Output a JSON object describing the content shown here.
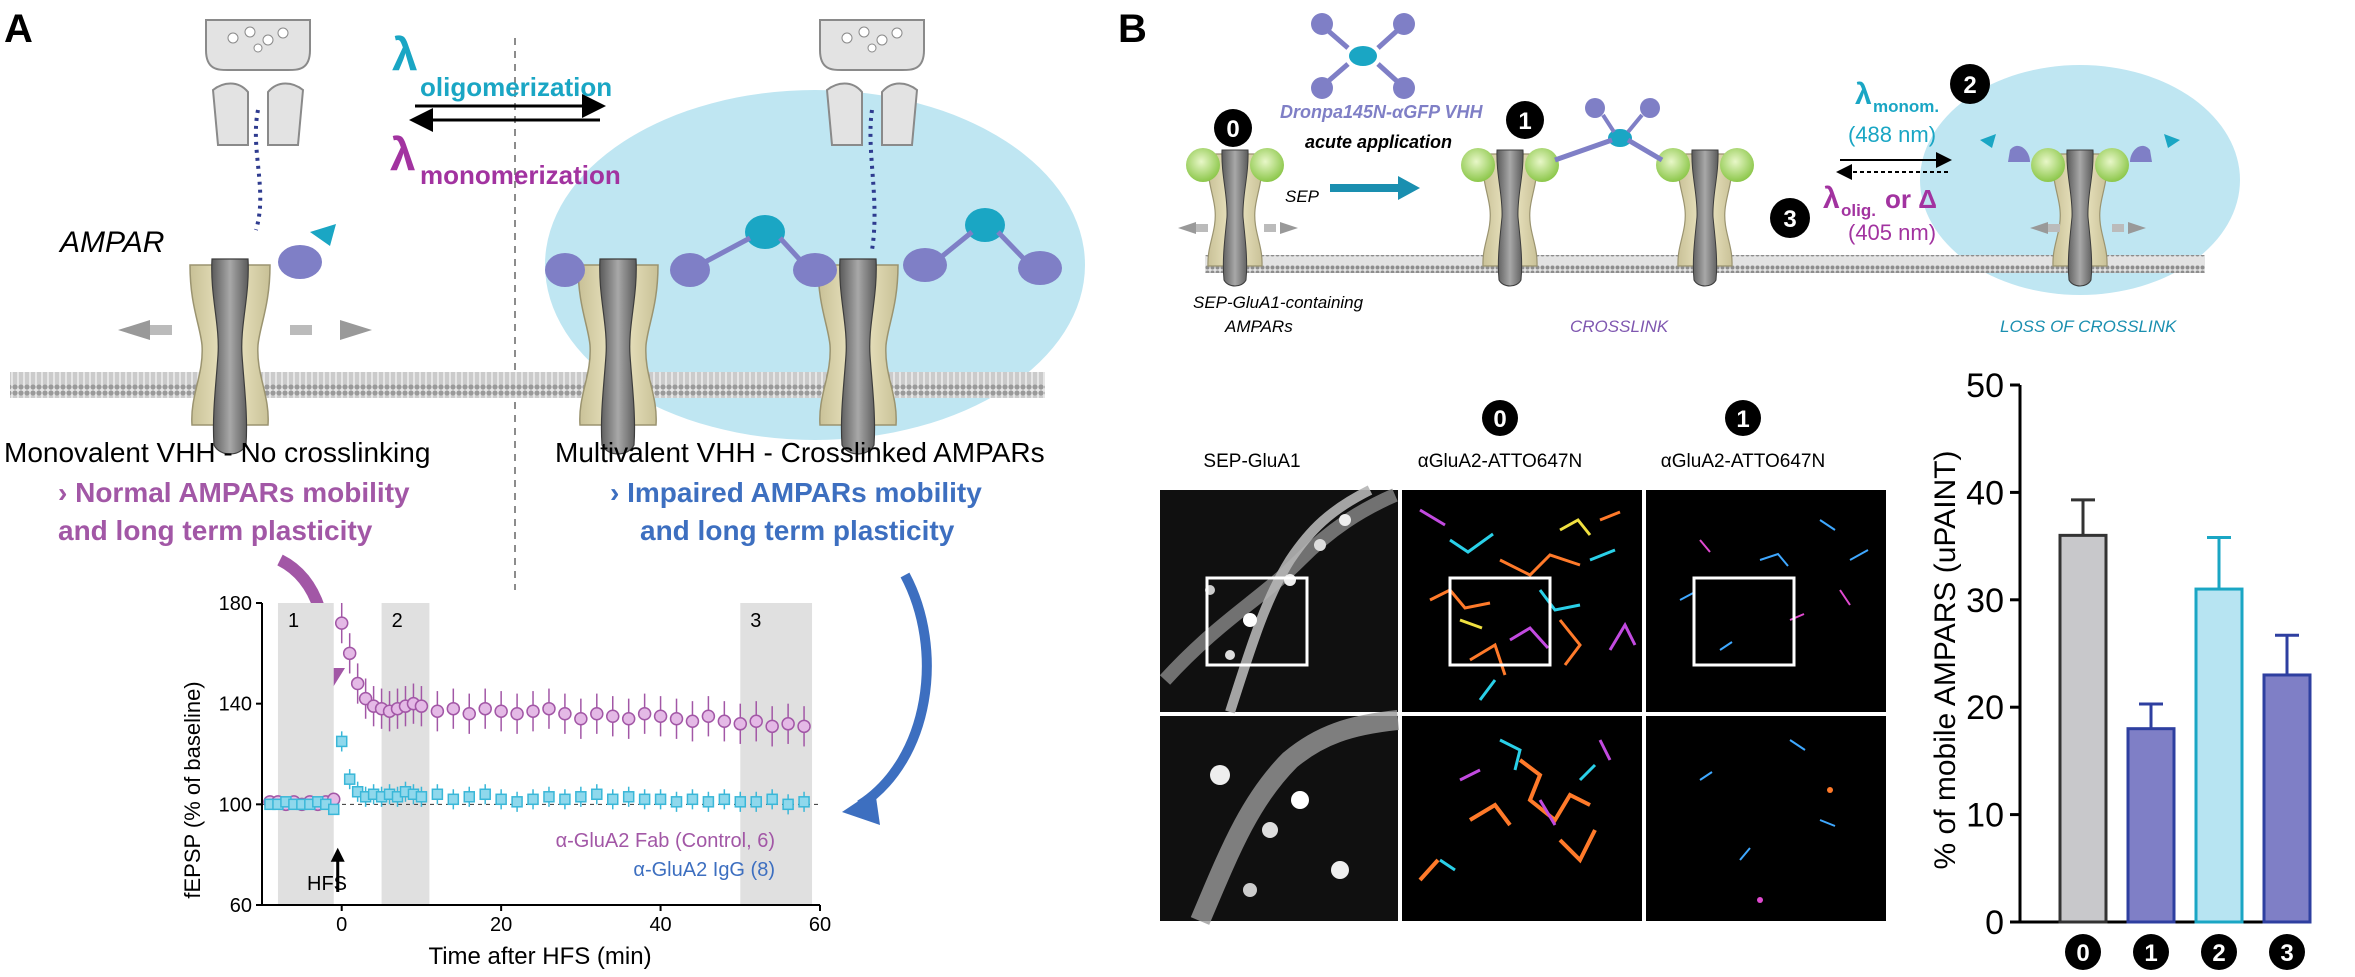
{
  "panelA": {
    "label": "A",
    "lambda_symbol": "λ",
    "oligomerization": "oligomerization",
    "monomerization": "monomerization",
    "ampar": "AMPAR",
    "left_caption": "Monovalent VHH - No crosslinking",
    "left_bullet1": "› Normal AMPARs mobility",
    "left_bullet2": "and long term plasticity",
    "right_caption": "Multivalent VHH - Crosslinked AMPARs",
    "right_bullet1": "› Impaired AMPARs mobility",
    "right_bullet2": "and long term plasticity"
  },
  "ltp_chart": {
    "type": "scatter",
    "ylabel": "fEPSP (% of baseline)",
    "xlabel": "Time after HFS (min)",
    "xlim": [
      -10,
      60
    ],
    "ylim": [
      60,
      180
    ],
    "xticks": [
      0,
      20,
      40,
      60
    ],
    "yticks": [
      60,
      100,
      140,
      180
    ],
    "shaded": [
      {
        "label": "1",
        "from": -8,
        "to": -1
      },
      {
        "label": "2",
        "from": 5,
        "to": 11
      },
      {
        "label": "3",
        "from": 50,
        "to": 59
      }
    ],
    "hfs_label": "HFS",
    "series": [
      {
        "name": "α-GluA2 Fab (Control, 6)",
        "color": "#a257a6",
        "x": [
          -9,
          -8,
          -7,
          -6,
          -5,
          -4,
          -3,
          -2,
          -1,
          0,
          1,
          2,
          3,
          4,
          5,
          6,
          7,
          8,
          9,
          10,
          12,
          14,
          16,
          18,
          20,
          22,
          24,
          26,
          28,
          30,
          32,
          34,
          36,
          38,
          40,
          42,
          44,
          46,
          48,
          50,
          52,
          54,
          56,
          58
        ],
        "y": [
          101,
          101,
          100,
          101,
          100,
          101,
          100,
          101,
          102,
          172,
          160,
          148,
          142,
          139,
          138,
          137,
          138,
          139,
          140,
          139,
          137,
          138,
          136,
          138,
          137,
          136,
          137,
          138,
          136,
          134,
          136,
          135,
          134,
          136,
          135,
          134,
          133,
          135,
          133,
          132,
          133,
          131,
          132,
          131
        ]
      },
      {
        "name": "α-GluA2 IgG (8)",
        "color": "#3ab7d8",
        "x": [
          -9,
          -8,
          -7,
          -6,
          -5,
          -4,
          -3,
          -2,
          -1,
          0,
          1,
          2,
          3,
          4,
          5,
          6,
          7,
          8,
          9,
          10,
          12,
          14,
          16,
          18,
          20,
          22,
          24,
          26,
          28,
          30,
          32,
          34,
          36,
          38,
          40,
          42,
          44,
          46,
          48,
          50,
          52,
          54,
          56,
          58
        ],
        "y": [
          100,
          100,
          101,
          100,
          100,
          100,
          101,
          100,
          98,
          125,
          110,
          105,
          103,
          104,
          103,
          104,
          103,
          105,
          104,
          103,
          104,
          102,
          103,
          104,
          102,
          101,
          102,
          103,
          102,
          103,
          104,
          102,
          103,
          102,
          102,
          101,
          102,
          101,
          102,
          101,
          101,
          102,
          100,
          101
        ]
      }
    ]
  },
  "panelB": {
    "label": "B",
    "vhh_label": "Dronpa145N-αGFP VHH",
    "acute": "acute application",
    "sep": "SEP",
    "sep_glua1_1": "SEP-GluA1-containing",
    "sep_glua1_2": "AMPARs",
    "crosslink": "CROSSLINK",
    "loss": "LOSS OF CROSSLINK",
    "lambda_monom": "monom.",
    "nm488": "(488 nm)",
    "lambda_olig": "olig.",
    "or_delta": "or Δ",
    "nm405": "(405 nm)",
    "step0": "0",
    "step1": "1",
    "step2": "2",
    "step3": "3",
    "img_title1": "SEP-GluA1",
    "img_title2": "αGluA2-ATTO647N",
    "img_title3": "αGluA2-ATTO647N",
    "img_badge2": "0",
    "img_badge3": "1"
  },
  "bar_chart": {
    "type": "bar",
    "categories": [
      "0",
      "1",
      "2",
      "3"
    ],
    "values": [
      36,
      18,
      31,
      23
    ],
    "errors": [
      3.3,
      2.3,
      4.8,
      3.7
    ],
    "fill_colors": [
      "#c8c8cb",
      "#7f7fc6",
      "#b7e4f2",
      "#7f7fc6"
    ],
    "stroke_colors": [
      "#333333",
      "#2e3fa0",
      "#1aa6c4",
      "#2e3fa0"
    ],
    "ylabel": "% of mobile AMPARS (uPAINT)",
    "ylim": [
      0,
      50
    ],
    "yticks": [
      0,
      10,
      20,
      30,
      40,
      50
    ]
  }
}
